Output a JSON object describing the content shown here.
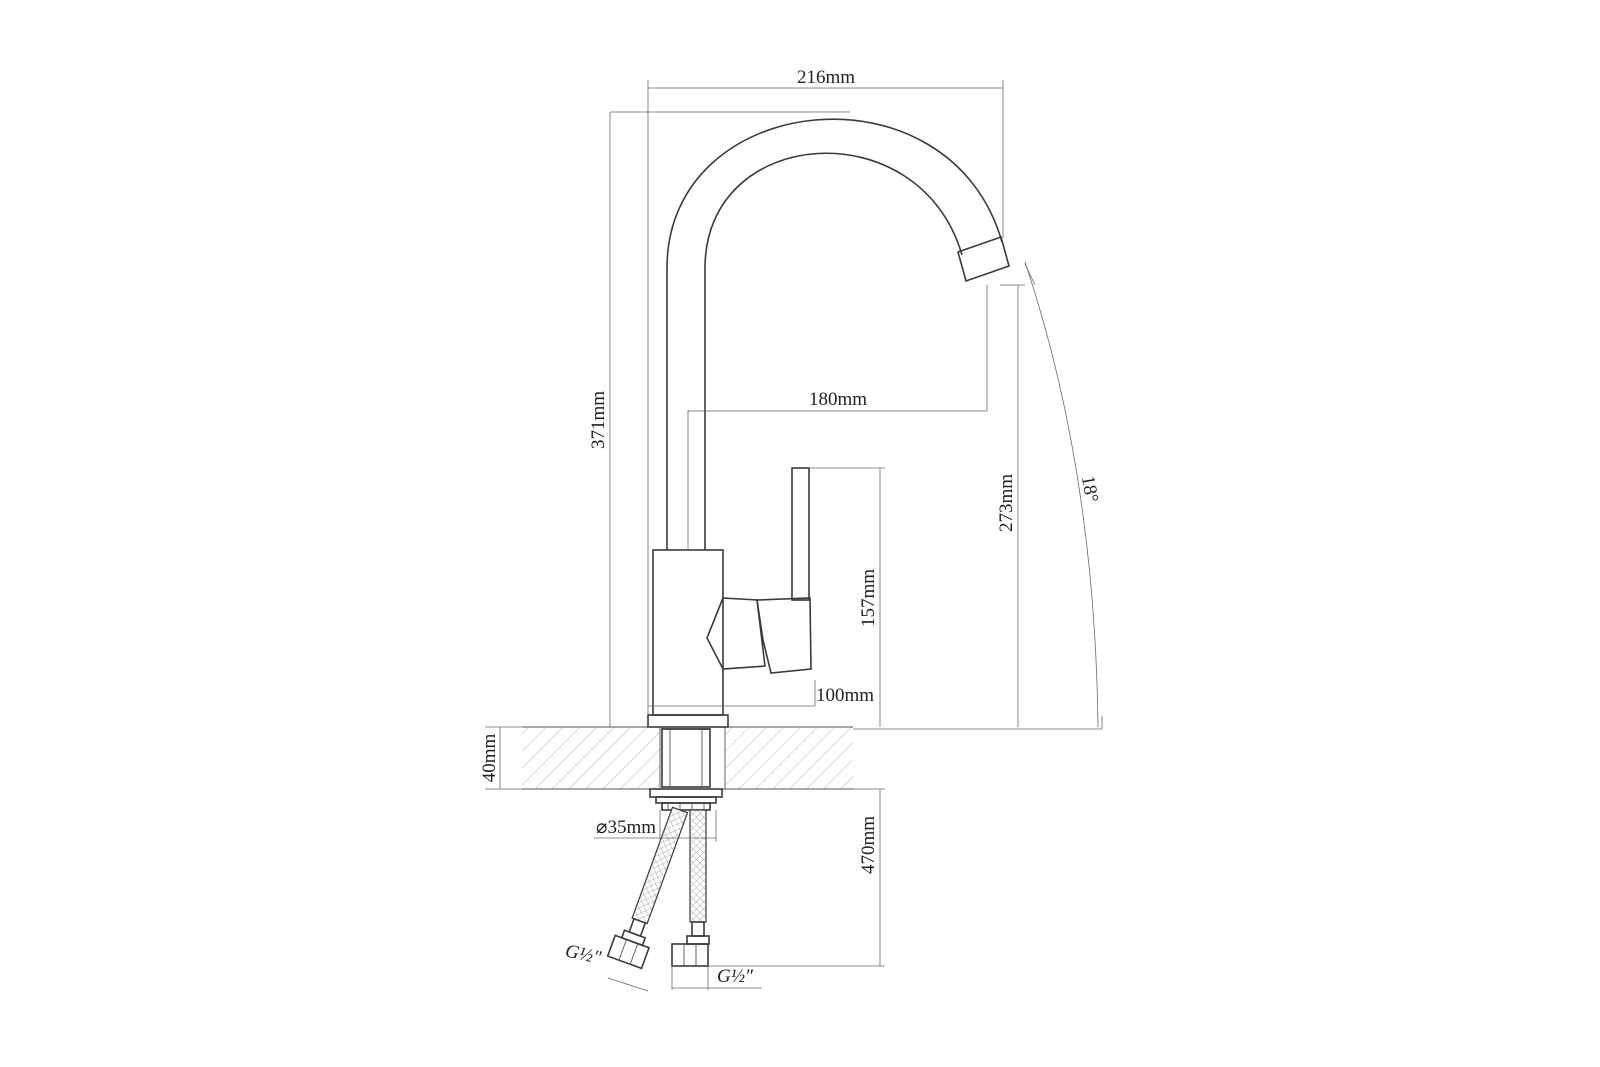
{
  "dimensions": {
    "total_width": "216mm",
    "reach": "180mm",
    "total_height": "371mm",
    "spout_height": "273mm",
    "swivel_angle": "18°",
    "lever_height": "157mm",
    "body_width": "100mm",
    "deck_thickness": "40mm",
    "hole_diameter": "⌀35mm",
    "hose_length": "470mm",
    "thread_left": "G½\"",
    "thread_right": "G½\""
  },
  "colors": {
    "line": "#3a3a3a",
    "hatch": "#9a9a9a",
    "text": "#222222"
  }
}
